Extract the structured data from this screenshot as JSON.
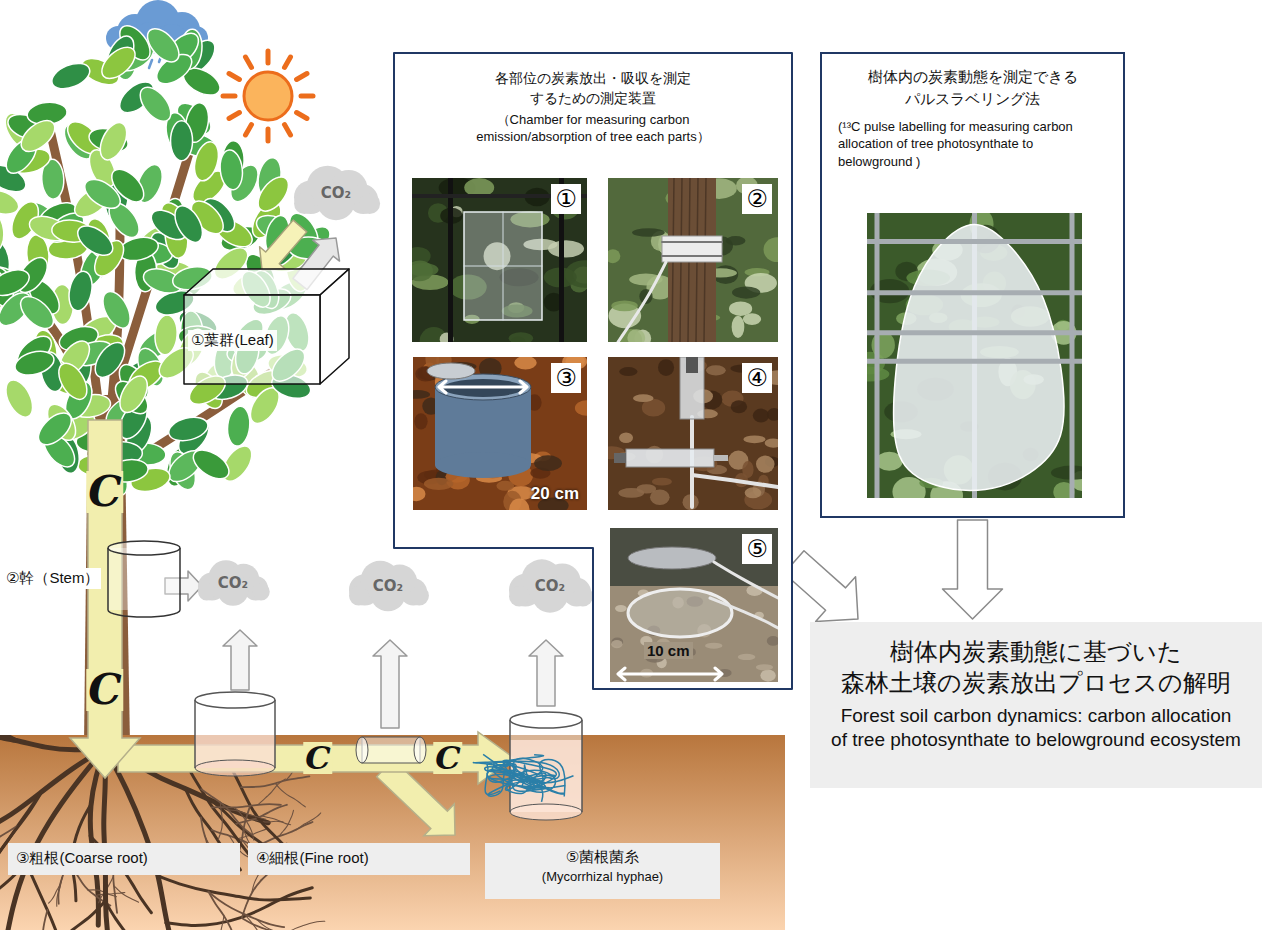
{
  "diagram": {
    "nodes": [
      {
        "text": [
          "①葉群(Leaf)"
        ]
      },
      {
        "text": [
          "②幹（Stem）"
        ]
      },
      {
        "text": [
          "各部位の炭素放出・吸収を測定 するための測定装置",
          "（Chamber for measuring carbon emission/absorption of tree each parts）"
        ]
      },
      {
        "text": [
          "①"
        ],
        "in": 2
      },
      {
        "text": [
          "②"
        ],
        "in": 2
      },
      {
        "text": [
          "③",
          "20 cm"
        ],
        "in": 2
      },
      {
        "text": [
          "④"
        ],
        "in": 2
      },
      {
        "text": [
          "⑤",
          "10 cm"
        ],
        "in": 2
      },
      {
        "text": [
          "樹体内の炭素動態を測定できる パルスラベリング法",
          "(¹³C pulse labelling for measuring carbon allocation of tree photosynthate to belowground )"
        ]
      },
      {
        "text": [
          "樹体内炭素動態に基づいた 森林土壌の炭素放出プロセスの解明",
          "Forest soil carbon dynamics: carbon allocation of tree photosynthate to belowground ecosystem"
        ]
      },
      {
        "text": [
          "③粗根(Coarse root)"
        ]
      },
      {
        "text": [
          "④細根(Fine root)"
        ]
      },
      {
        "text": [
          "⑤菌根菌糸",
          "(Mycorrhizal hyphae)"
        ]
      }
    ],
    "edges": [
      {
        "from": 2,
        "to": 9,
        "arrow": "to"
      },
      {
        "from": 8,
        "to": 9,
        "arrow": "to"
      }
    ],
    "labels": [
      "CO₂",
      "C",
      "CO₂",
      "CO₂",
      "CO₂",
      "C",
      "C",
      "C"
    ]
  }
}
